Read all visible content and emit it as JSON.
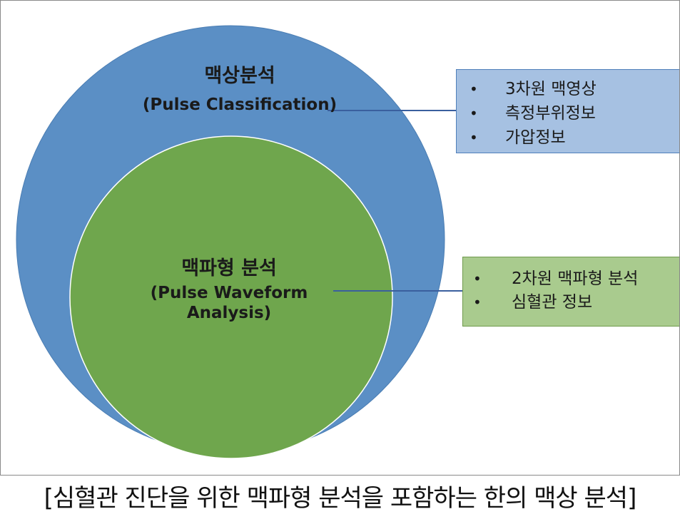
{
  "diagram": {
    "outer_circle": {
      "title": "맥상분석",
      "subtitle": "(Pulse Classification)",
      "color": "#5b8fc5"
    },
    "inner_circle": {
      "title": "맥파형 분석",
      "subtitle_line1": "(Pulse Waveform",
      "subtitle_line2": "Analysis)",
      "color": "#6fa64d"
    },
    "blue_box": {
      "items": [
        "3차원 맥영상",
        "측정부위정보",
        "가압정보"
      ],
      "bullet": "•",
      "color": "#a6c1e2"
    },
    "green_box": {
      "items": [
        "2차원 맥파형 분석",
        "심혈관 정보"
      ],
      "bullet": "•",
      "color": "#a9cb8e"
    },
    "connector_color": "#3a5f9e"
  },
  "caption": "[심혈관 진단을 위한 맥파형 분석을 포함하는 한의 맥상 분석]"
}
